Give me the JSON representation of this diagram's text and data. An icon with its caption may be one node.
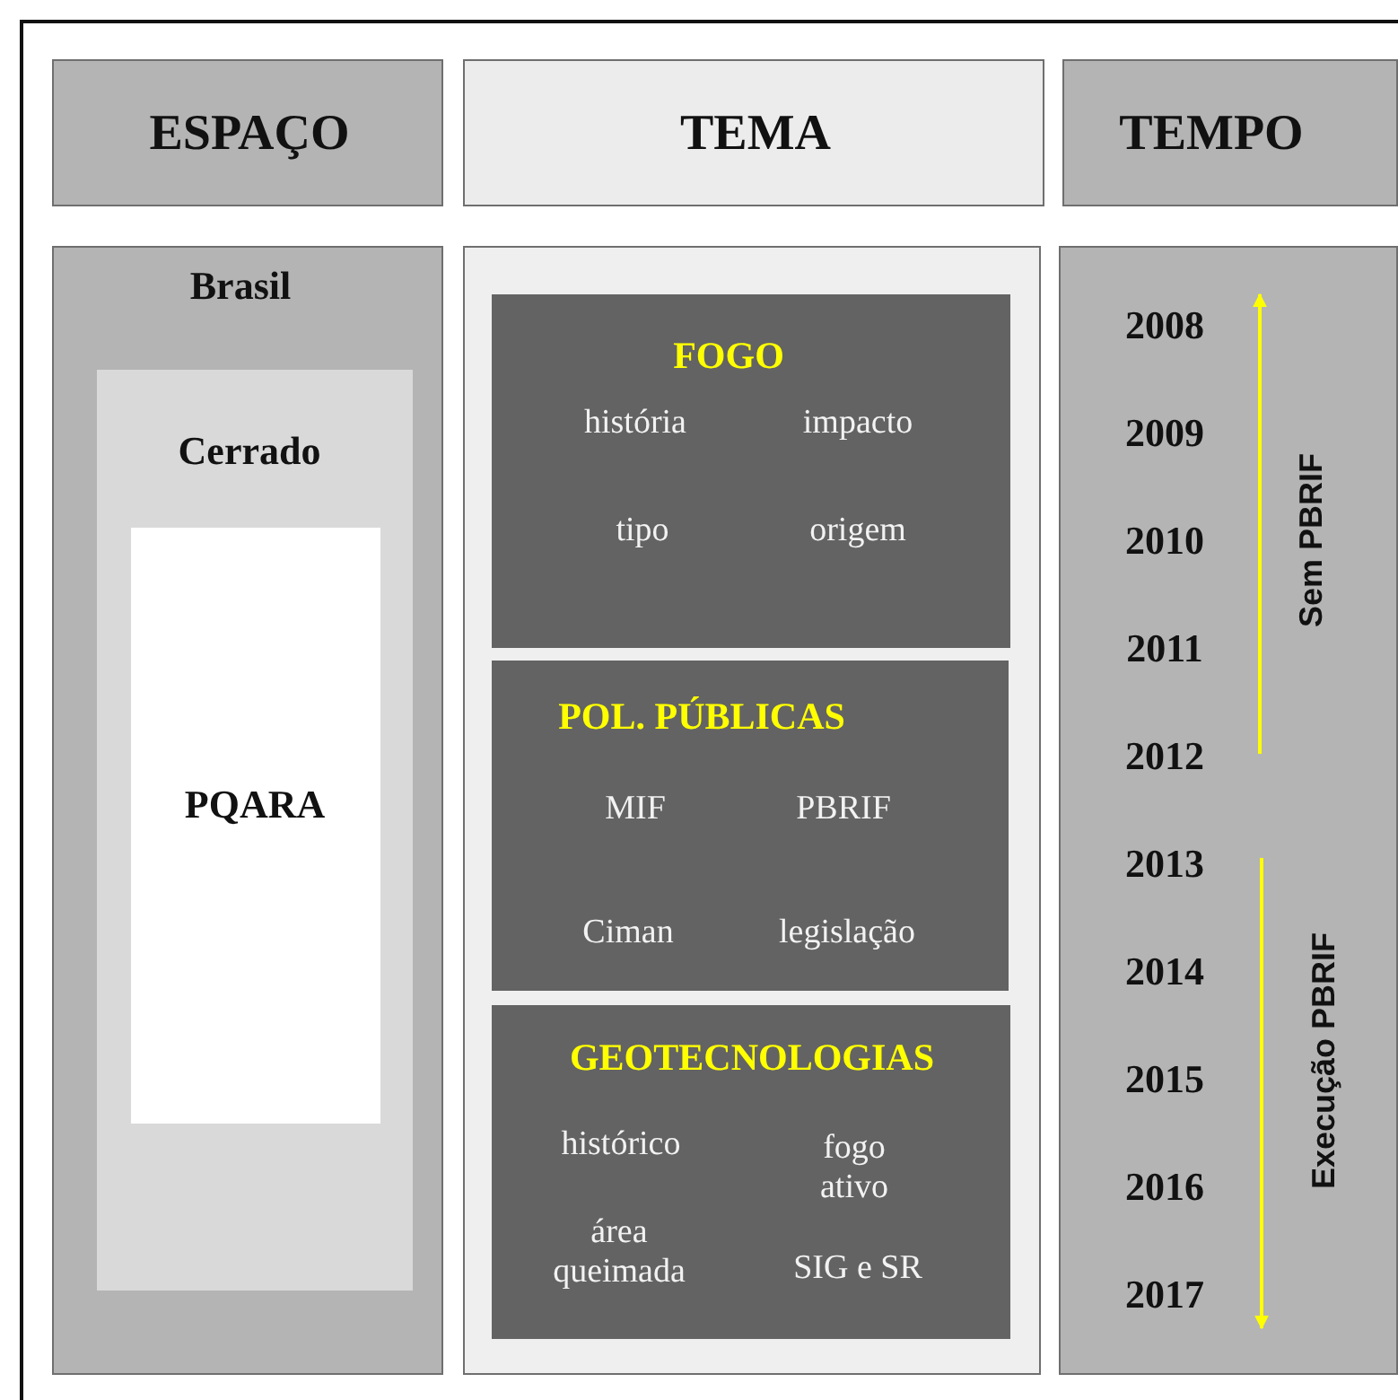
{
  "diagram": {
    "nodes": [
      {
        "text": [
          "ESPAÇO"
        ]
      },
      {
        "text": [
          "TEMA"
        ]
      },
      {
        "text": [
          "TEMPO"
        ]
      },
      {
        "text": [
          "Brasil"
        ]
      },
      {
        "text": [
          "Cerrado"
        ],
        "in": 3
      },
      {
        "text": [
          "PQARA"
        ],
        "in": 4
      },
      {
        "text": [],
        "shape": "box"
      },
      {
        "text": [
          "FOGO",
          "história",
          "impacto",
          "tipo",
          "origem"
        ],
        "in": 6
      },
      {
        "text": [
          "POL. PÚBLICAS",
          "MIF",
          "PBRIF",
          "Ciman",
          "legislação"
        ],
        "in": 6
      },
      {
        "text": [
          "GEOTECNOLOGIAS",
          "histórico",
          "fogo ativo",
          "área queimada",
          "SIG e SR"
        ],
        "in": 6
      },
      {
        "text": [
          "2008",
          "2009",
          "2010",
          "2011",
          "2012",
          "2013",
          "2014",
          "2015",
          "2016",
          "2017",
          "Sem PBRIF",
          "Execução PBRIF"
        ]
      }
    ]
  }
}
